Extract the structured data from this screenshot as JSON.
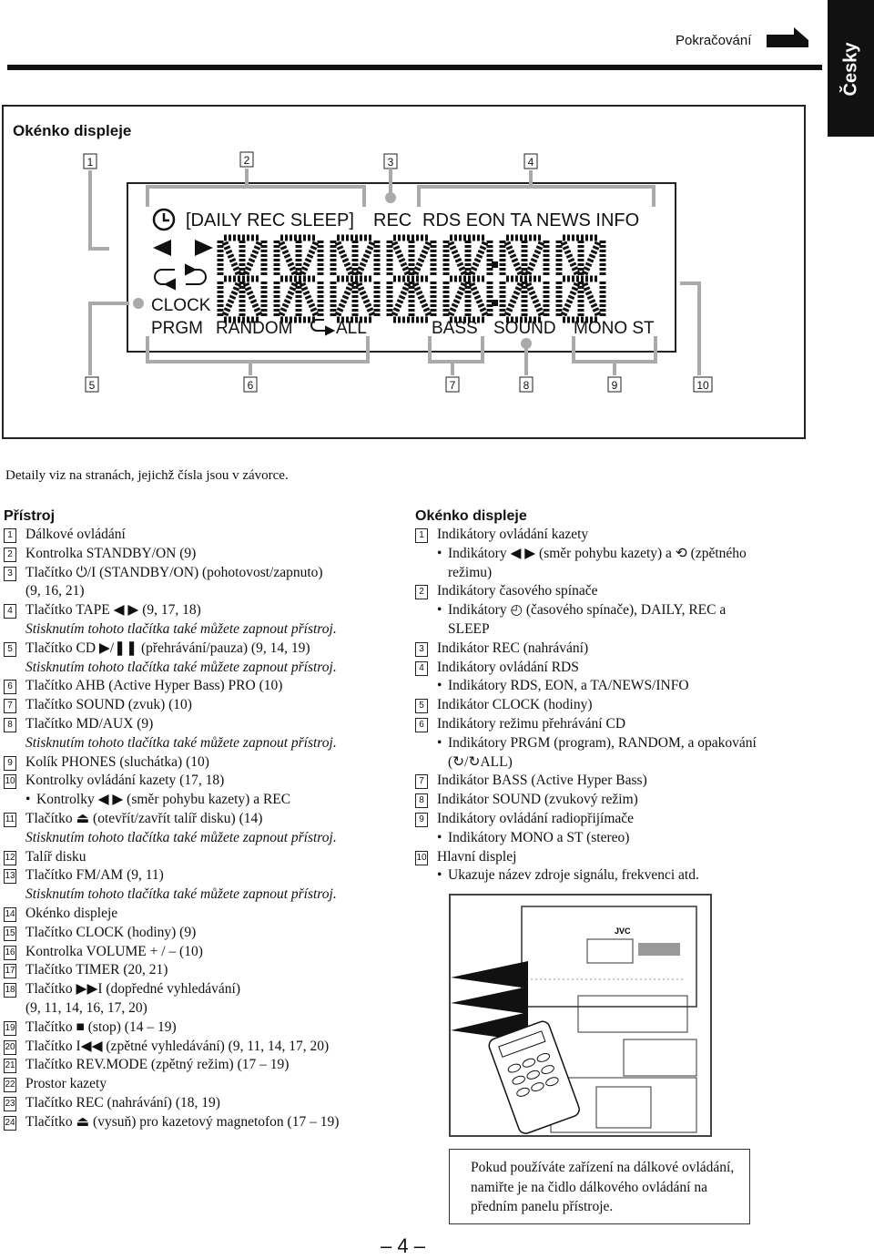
{
  "header": {
    "continue_label": "Pokračování",
    "language_tab": "Česky"
  },
  "display_window": {
    "title": "Okénko displeje",
    "callouts_top": [
      "1",
      "2",
      "3",
      "4"
    ],
    "callouts_bottom": [
      "5",
      "6",
      "7",
      "8",
      "9",
      "10"
    ],
    "indicators": {
      "timer_row": "[DAILY REC SLEEP]",
      "rec": "REC",
      "rds_row": "RDS EON TA NEWS INFO",
      "clock": "CLOCK",
      "prgm": "PRGM",
      "random": "RANDOM",
      "all": "ALL",
      "bass": "BASS",
      "sound": "SOUND",
      "mono_st": "MONO ST"
    },
    "note": "Detaily viz na stranách, jejichž čísla jsou v závorce."
  },
  "device_section": {
    "title": "Přístroj",
    "items": [
      {
        "num": "1",
        "lines": [
          "Dálkové ovládání"
        ]
      },
      {
        "num": "2",
        "lines": [
          "Kontrolka STANDBY/ON (9)"
        ]
      },
      {
        "num": "3",
        "lines": [
          "Tlačítko ⏻/I (STANDBY/ON) (pohotovost/zapnuto)",
          "(9, 16, 21)"
        ]
      },
      {
        "num": "4",
        "lines": [
          "Tlačítko TAPE ◀ ▶ (9, 17, 18)"
        ],
        "note": "Stisknutím tohoto tlačítka také můžete zapnout přístroj."
      },
      {
        "num": "5",
        "lines": [
          "Tlačítko CD ▶/❚❚ (přehrávání/pauza) (9, 14, 19)"
        ],
        "note": "Stisknutím tohoto tlačítka také můžete zapnout přístroj."
      },
      {
        "num": "6",
        "lines": [
          "Tlačítko AHB (Active Hyper Bass) PRO (10)"
        ]
      },
      {
        "num": "7",
        "lines": [
          "Tlačítko SOUND (zvuk) (10)"
        ]
      },
      {
        "num": "8",
        "lines": [
          "Tlačítko MD/AUX (9)"
        ],
        "note": "Stisknutím tohoto tlačítka také můžete zapnout přístroj."
      },
      {
        "num": "9",
        "lines": [
          "Kolík PHONES (sluchátka) (10)"
        ]
      },
      {
        "num": "10",
        "lines": [
          "Kontrolky ovládání kazety (17, 18)"
        ],
        "bullet": "Kontrolky ◀ ▶ (směr pohybu kazety) a REC"
      },
      {
        "num": "11",
        "lines": [
          "Tlačítko ⏏ (otevřít/zavřít talíř disku) (14)"
        ],
        "note": "Stisknutím tohoto tlačítka také můžete zapnout přístroj."
      },
      {
        "num": "12",
        "lines": [
          "Talíř disku"
        ]
      },
      {
        "num": "13",
        "lines": [
          "Tlačítko FM/AM (9, 11)"
        ],
        "note": "Stisknutím tohoto tlačítka také můžete zapnout přístroj."
      },
      {
        "num": "14",
        "lines": [
          "Okénko displeje"
        ]
      },
      {
        "num": "15",
        "lines": [
          "Tlačítko CLOCK (hodiny) (9)"
        ]
      },
      {
        "num": "16",
        "lines": [
          "Kontrolka VOLUME + / – (10)"
        ]
      },
      {
        "num": "17",
        "lines": [
          "Tlačítko TIMER (20, 21)"
        ]
      },
      {
        "num": "18",
        "lines": [
          "Tlačítko ▶▶I (dopředné vyhledávání)",
          "(9, 11, 14, 16, 17, 20)"
        ]
      },
      {
        "num": "19",
        "lines": [
          "Tlačítko ■ (stop) (14 – 19)"
        ]
      },
      {
        "num": "20",
        "lines": [
          "Tlačítko I◀◀ (zpětné vyhledávání) (9, 11, 14, 17, 20)"
        ]
      },
      {
        "num": "21",
        "lines": [
          "Tlačítko REV.MODE (zpětný režim) (17 – 19)"
        ]
      },
      {
        "num": "22",
        "lines": [
          "Prostor kazety"
        ]
      },
      {
        "num": "23",
        "lines": [
          "Tlačítko REC (nahrávání) (18, 19)"
        ]
      },
      {
        "num": "24",
        "lines": [
          "Tlačítko ⏏ (vysuň) pro kazetový magnetofon (17 – 19)"
        ]
      }
    ]
  },
  "display_section": {
    "title": "Okénko displeje",
    "items": [
      {
        "num": "1",
        "lines": [
          "Indikátory ovládání kazety"
        ],
        "bullet": [
          "Indikátory ◀ ▶ (směr pohybu kazety) a ⟲ (zpětného",
          "režimu)"
        ]
      },
      {
        "num": "2",
        "lines": [
          "Indikátory časového spínače"
        ],
        "bullet": [
          "Indikátory ◴ (časového spínače), DAILY, REC a",
          "SLEEP"
        ]
      },
      {
        "num": "3",
        "lines": [
          "Indikátor REC (nahrávání)"
        ]
      },
      {
        "num": "4",
        "lines": [
          "Indikátory ovládání RDS"
        ],
        "bullet": [
          "Indikátory RDS, EON, a TA/NEWS/INFO"
        ]
      },
      {
        "num": "5",
        "lines": [
          "Indikátor CLOCK (hodiny)"
        ]
      },
      {
        "num": "6",
        "lines": [
          "Indikátory režimu přehrávání CD"
        ],
        "bullet": [
          "Indikátory PRGM (program), RANDOM, a opakování",
          "(↻/↻ALL)"
        ]
      },
      {
        "num": "7",
        "lines": [
          "Indikátor BASS (Active Hyper Bass)"
        ]
      },
      {
        "num": "8",
        "lines": [
          "Indikátor SOUND (zvukový režim)"
        ]
      },
      {
        "num": "9",
        "lines": [
          "Indikátory ovládání radiopřijímače"
        ],
        "bullet": [
          "Indikátory MONO a ST (stereo)"
        ]
      },
      {
        "num": "10",
        "lines": [
          "Hlavní displej"
        ],
        "bullet": [
          "Ukazuje název zdroje signálu, frekvenci atd."
        ]
      }
    ]
  },
  "illustration": {
    "brand": "JVC"
  },
  "remote_note": "Pokud používáte zařízení na dálkové ovládání, namiřte je na čidlo dálkového ovládání na předním panelu přístroje.",
  "page_number": "– 4 –"
}
